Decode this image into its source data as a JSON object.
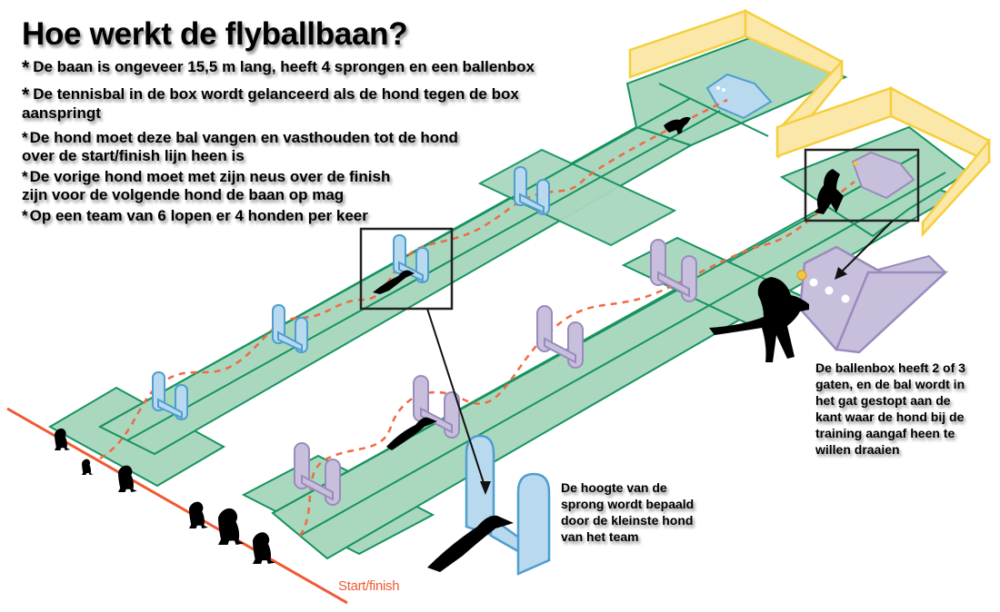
{
  "title": "Hoe werkt de flyballbaan?",
  "bullets": [
    {
      "marker": "*",
      "lines": [
        "De baan is ongeveer 15,5 m lang, heeft 4 sprongen en een ballenbox"
      ]
    },
    {
      "marker": "*",
      "lines": [
        "De tennisbal in de box wordt gelanceerd als de hond tegen de box",
        "aanspringt"
      ]
    },
    {
      "marker": "*",
      "lines": [
        "De hond moet deze bal vangen en vasthouden tot de hond",
        "over de start/finish lijn heen is"
      ]
    },
    {
      "marker": "*",
      "lines": [
        "De vorige hond moet met zijn neus over de finish",
        "zijn voor de volgende hond de baan op mag"
      ]
    },
    {
      "marker": "*",
      "lines": [
        "Op een team van 6 lopen er 4 honden per keer"
      ]
    }
  ],
  "notes": {
    "ballenbox": [
      "De ballenbox heeft 2 of 3",
      "gaten, en de bal wordt in",
      "het gat gestopt aan de",
      "kant waar de hond bij de",
      "training aangaf heen te",
      "willen draaien"
    ],
    "sprong": [
      "De hoogte van de",
      "sprong wordt bepaald",
      "door de kleinste hond",
      "van het team"
    ]
  },
  "diagram": {
    "start_finish_label": "Start/finish",
    "lanes": 2,
    "jumps_per_lane": 4,
    "dogs_waiting": 6,
    "colors": {
      "lane_fill": "#a9d8bf",
      "lane_line": "#16935f",
      "start_line": "#ef5a34",
      "path_dash": "#ef6a44",
      "jump_blue_fill": "#b8d9ee",
      "jump_blue_line": "#4f9ed0",
      "jump_purple_fill": "#c8bfdc",
      "jump_purple_line": "#9a8bbd",
      "backstop_fill": "#fbe7a8",
      "backstop_line": "#f5cf3c",
      "ball": "#f4c542",
      "dog": "#000000"
    }
  }
}
